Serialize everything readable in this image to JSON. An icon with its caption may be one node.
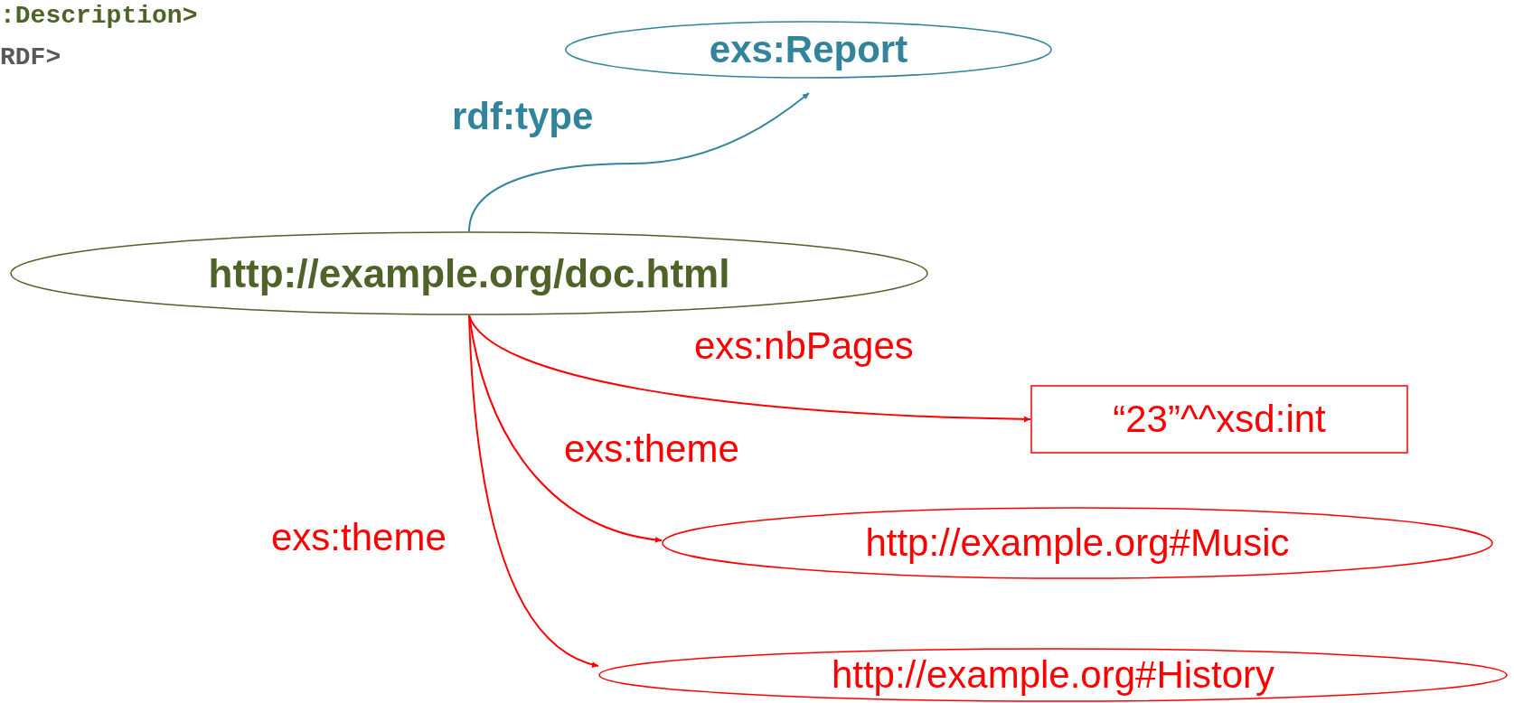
{
  "diagram": {
    "nodes": [
      {
        "text": [
          "exs:Report"
        ]
      },
      {
        "text": [
          "http://example.org/doc.html"
        ]
      },
      {
        "text": [
          "“23”^^xsd:int"
        ]
      },
      {
        "text": [
          "http://example.org#Music"
        ]
      },
      {
        "text": [
          "http://example.org#History"
        ]
      }
    ],
    "edges": [
      {
        "from": 1,
        "to": 0,
        "arrow": "to",
        "label": "rdf:type",
        "color": "#31849b"
      },
      {
        "from": 1,
        "to": 2,
        "arrow": "to",
        "label": "exs:nbPages"
      },
      {
        "from": 1,
        "to": 3,
        "arrow": "to",
        "label": "exs:theme"
      },
      {
        "from": 1,
        "to": 4,
        "arrow": "to",
        "label": "exs:theme"
      }
    ],
    "labels": [
      ":Description>",
      "RDF>"
    ]
  }
}
